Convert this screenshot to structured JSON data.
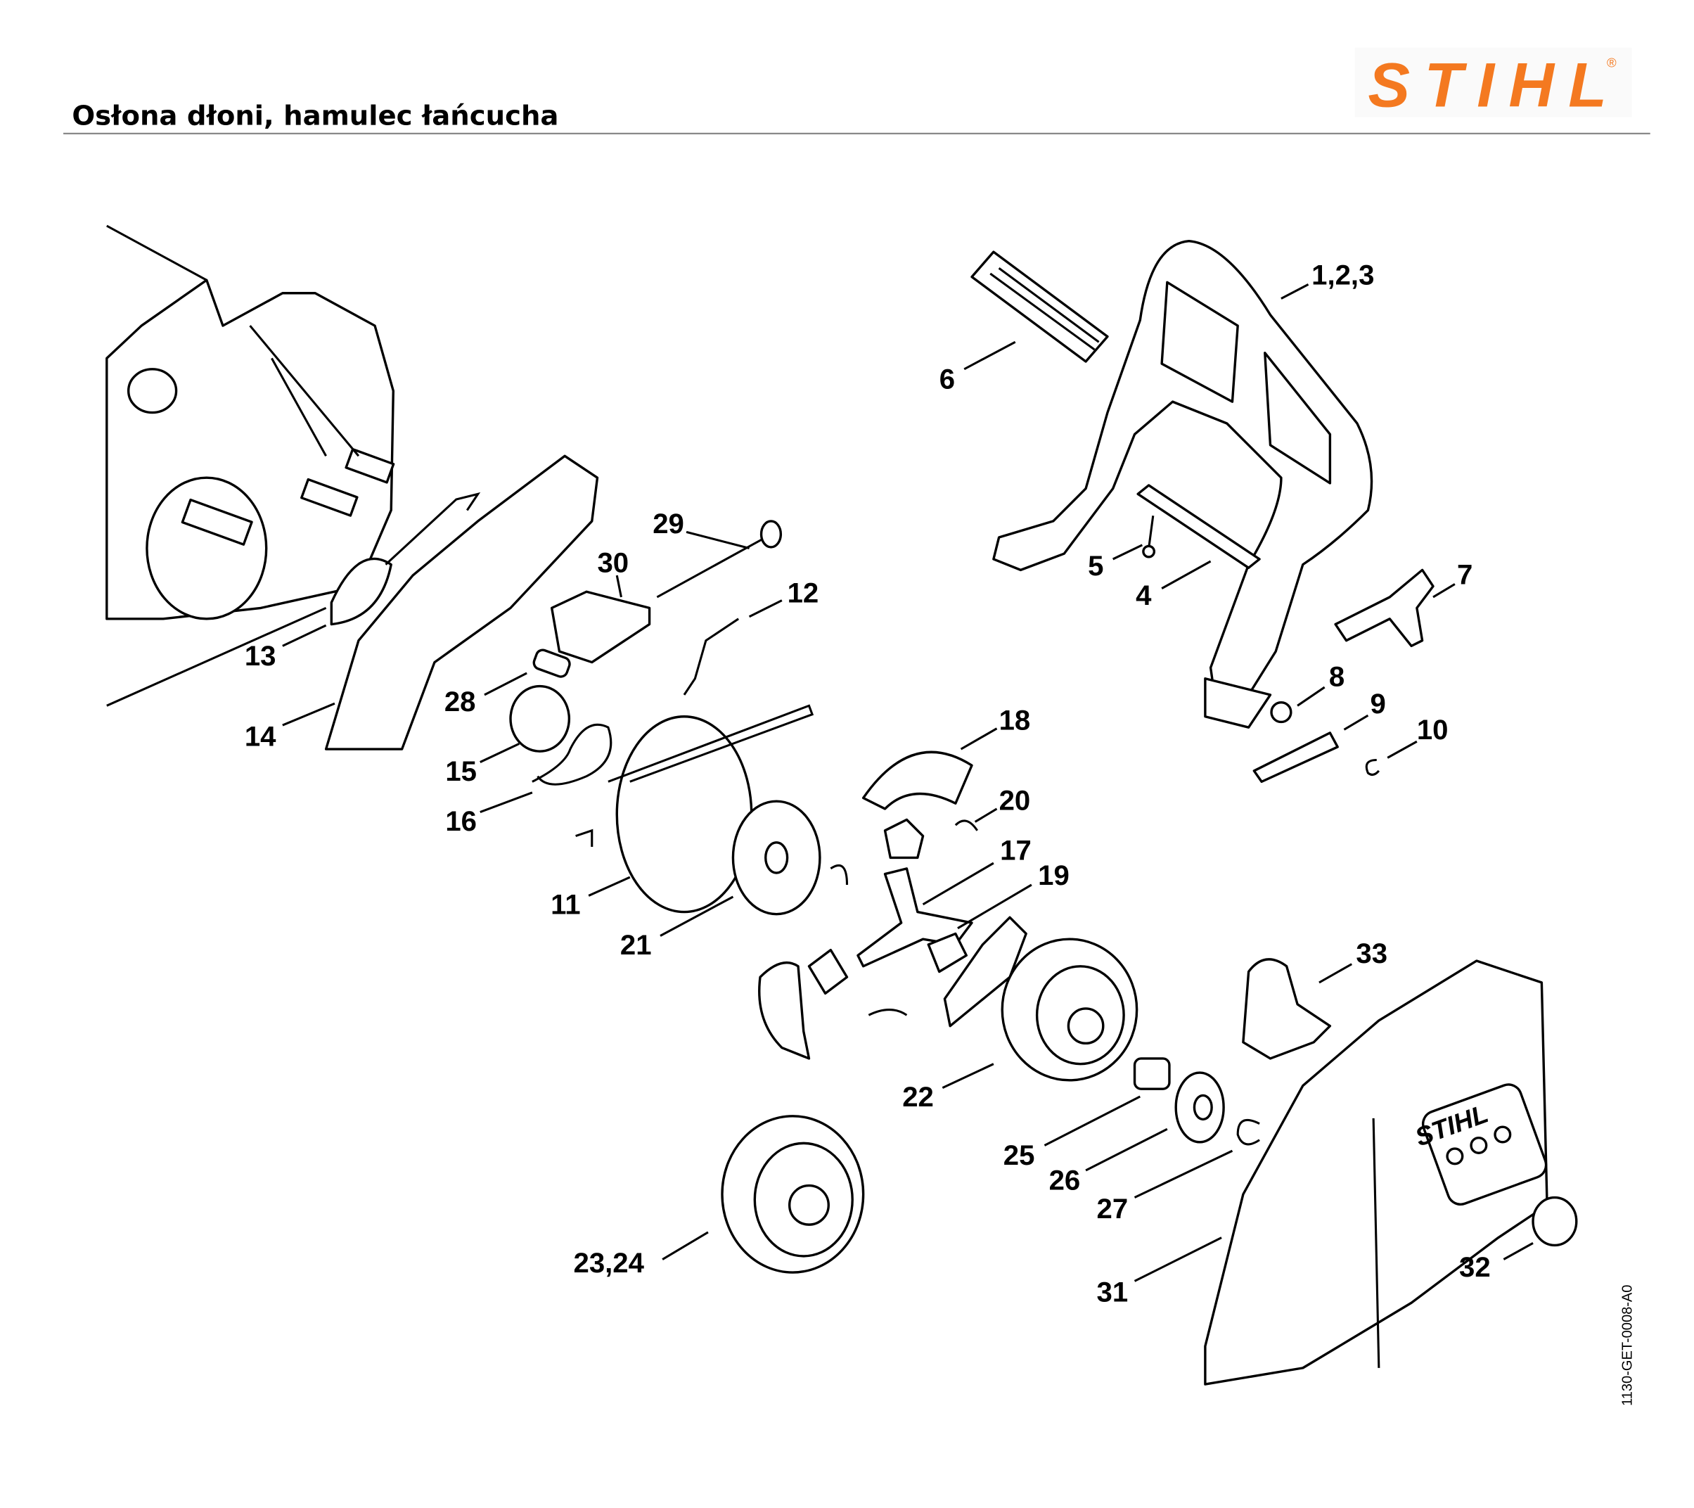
{
  "header": {
    "title": "Osłona dłoni, hamulec łańcucha",
    "logo_text": "STIHL",
    "logo_registered": "®",
    "brand_color": "#F47920"
  },
  "diagram": {
    "drawing_code": "1130-GET-0008-A0",
    "callouts": [
      "1,2,3",
      "4",
      "5",
      "6",
      "7",
      "8",
      "9",
      "10",
      "11",
      "12",
      "13",
      "14",
      "15",
      "16",
      "17",
      "18",
      "19",
      "20",
      "21",
      "22",
      "23,24",
      "25",
      "26",
      "27",
      "28",
      "29",
      "30",
      "31",
      "32",
      "33"
    ],
    "cover_logo_text": "STIHL"
  }
}
